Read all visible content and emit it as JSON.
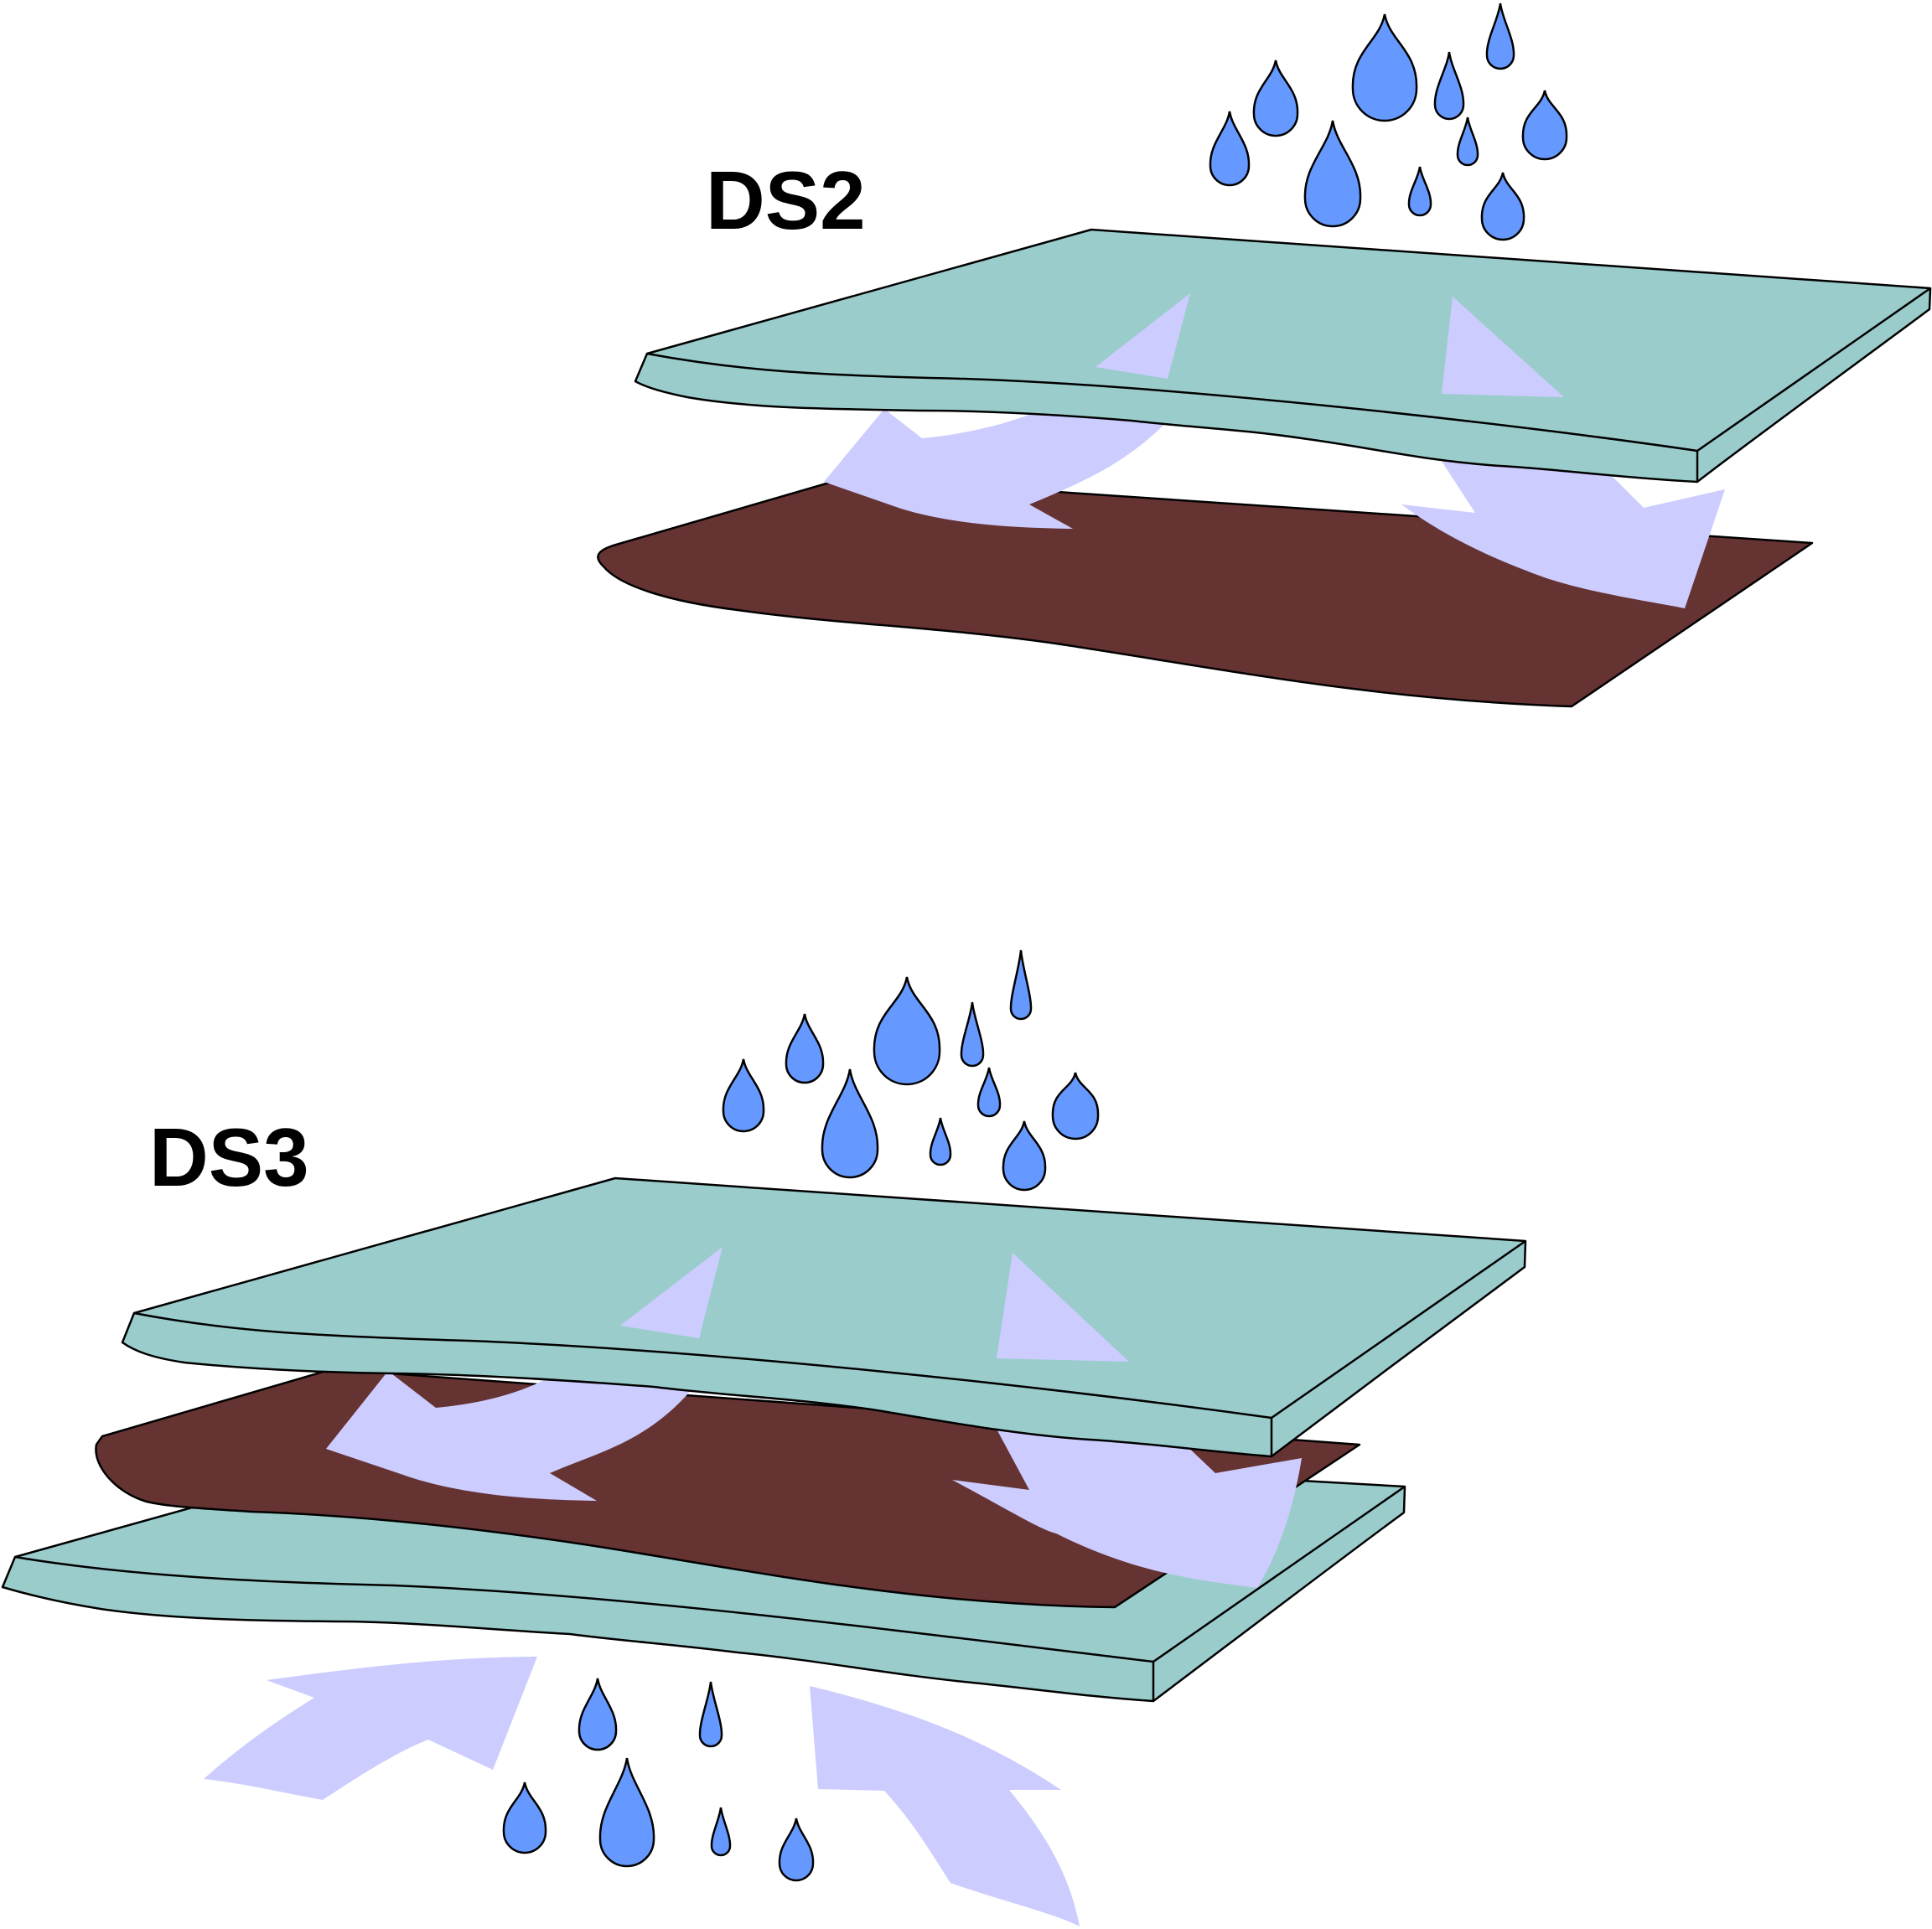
{
  "diagram": {
    "panels": [
      {
        "id": "ds2",
        "label": "DS2",
        "layers": [
          "top-sheet",
          "soil-sheet"
        ]
      },
      {
        "id": "ds3",
        "label": "DS3",
        "layers": [
          "top-sheet",
          "soil-sheet",
          "bottom-sheet"
        ]
      }
    ]
  },
  "colors": {
    "sheet": "#9bcccc",
    "soil": "#663333",
    "arrow": "#ccccff",
    "drop": "#6699ff",
    "stroke": "#000000",
    "background": "#ffffff"
  }
}
